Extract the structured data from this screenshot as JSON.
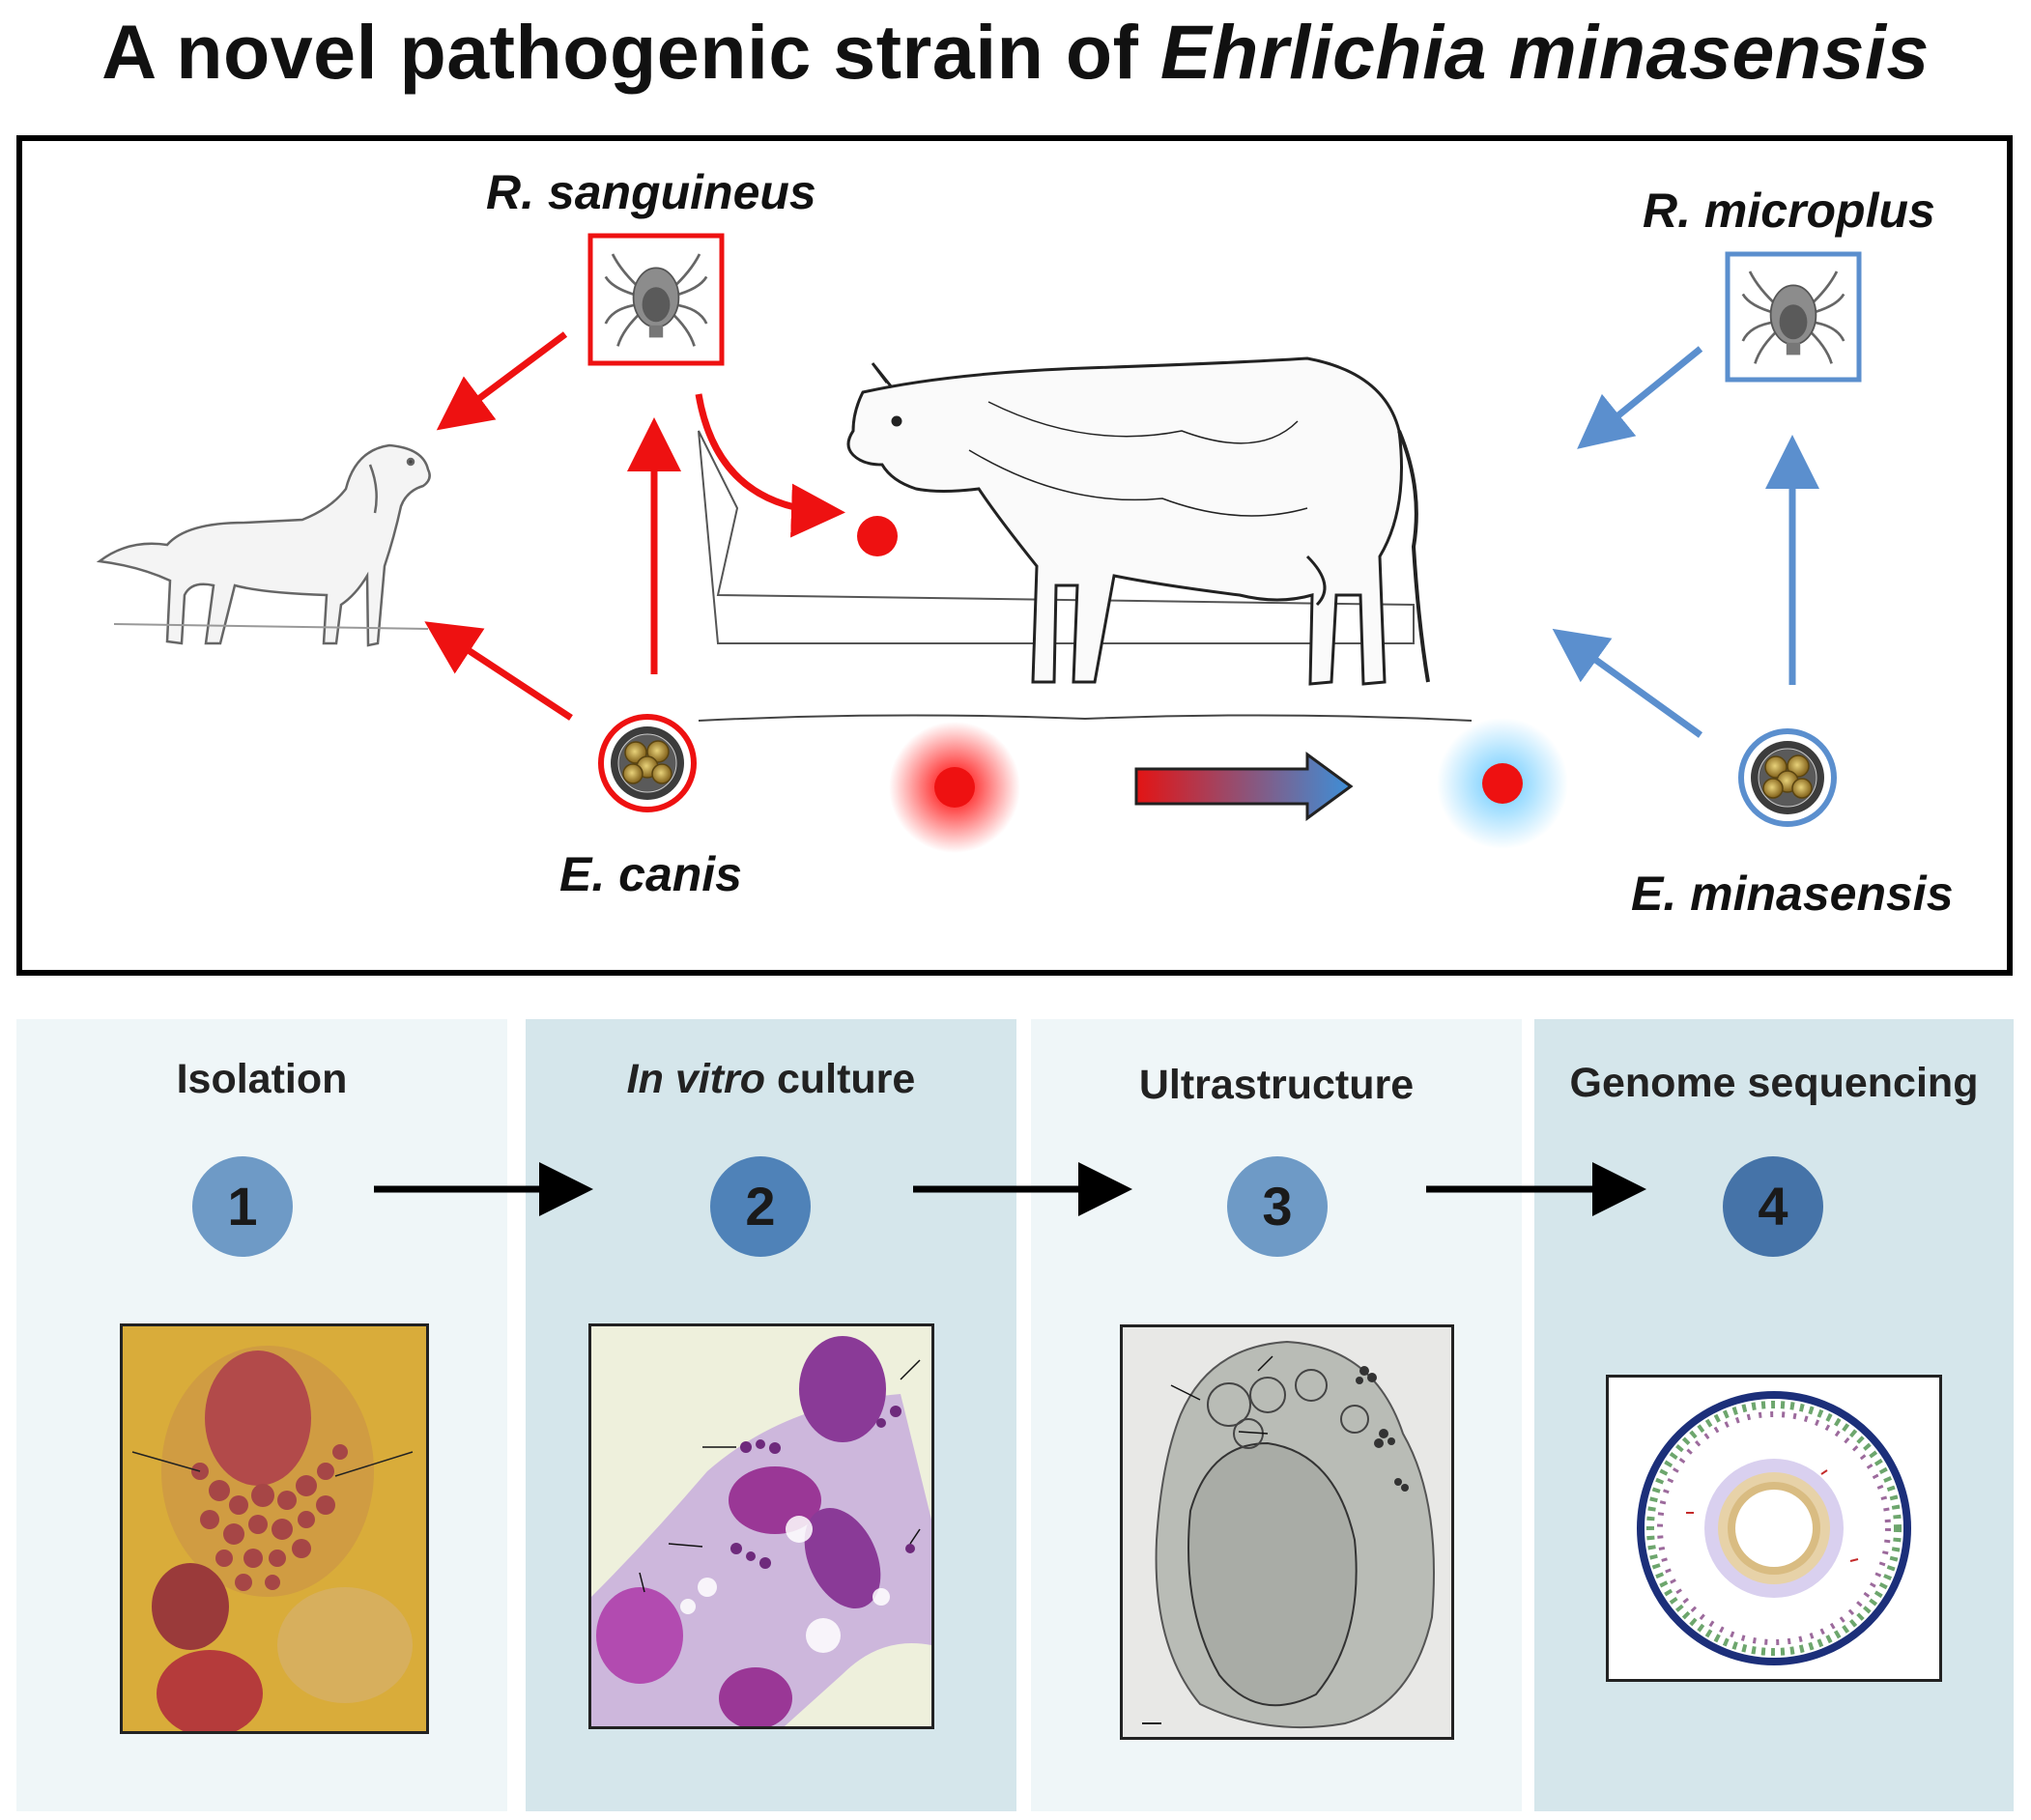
{
  "title": {
    "prefix": "A novel pathogenic strain of ",
    "species": "Ehrlichia minasensis"
  },
  "labels": {
    "r_sanguineus": "R. sanguineus",
    "r_microplus": "R. microplus",
    "e_canis": "E. canis",
    "e_minasensis": "E. minasensis"
  },
  "steps": [
    {
      "number": "1",
      "title": "Isolation"
    },
    {
      "number": "2",
      "title_italic": "In vitro",
      "title_rest": " culture"
    },
    {
      "number": "3",
      "title": "Ultrastructure"
    },
    {
      "number": "4",
      "title": "Genome sequencing"
    }
  ],
  "colors": {
    "red": "#ee1111",
    "blue": "#5b8fce",
    "panel_light": "#eff6f8",
    "panel_dark": "#d5e6eb",
    "step_circle_1": "#6e9ac6",
    "step_circle_2": "#4f82b8",
    "step_circle_3": "#6e9ac6",
    "step_circle_4": "#4573a8"
  },
  "icons": [
    "tick-icon",
    "dog-illustration",
    "cow-illustration",
    "morula-icon",
    "gradient-arrow-icon"
  ]
}
